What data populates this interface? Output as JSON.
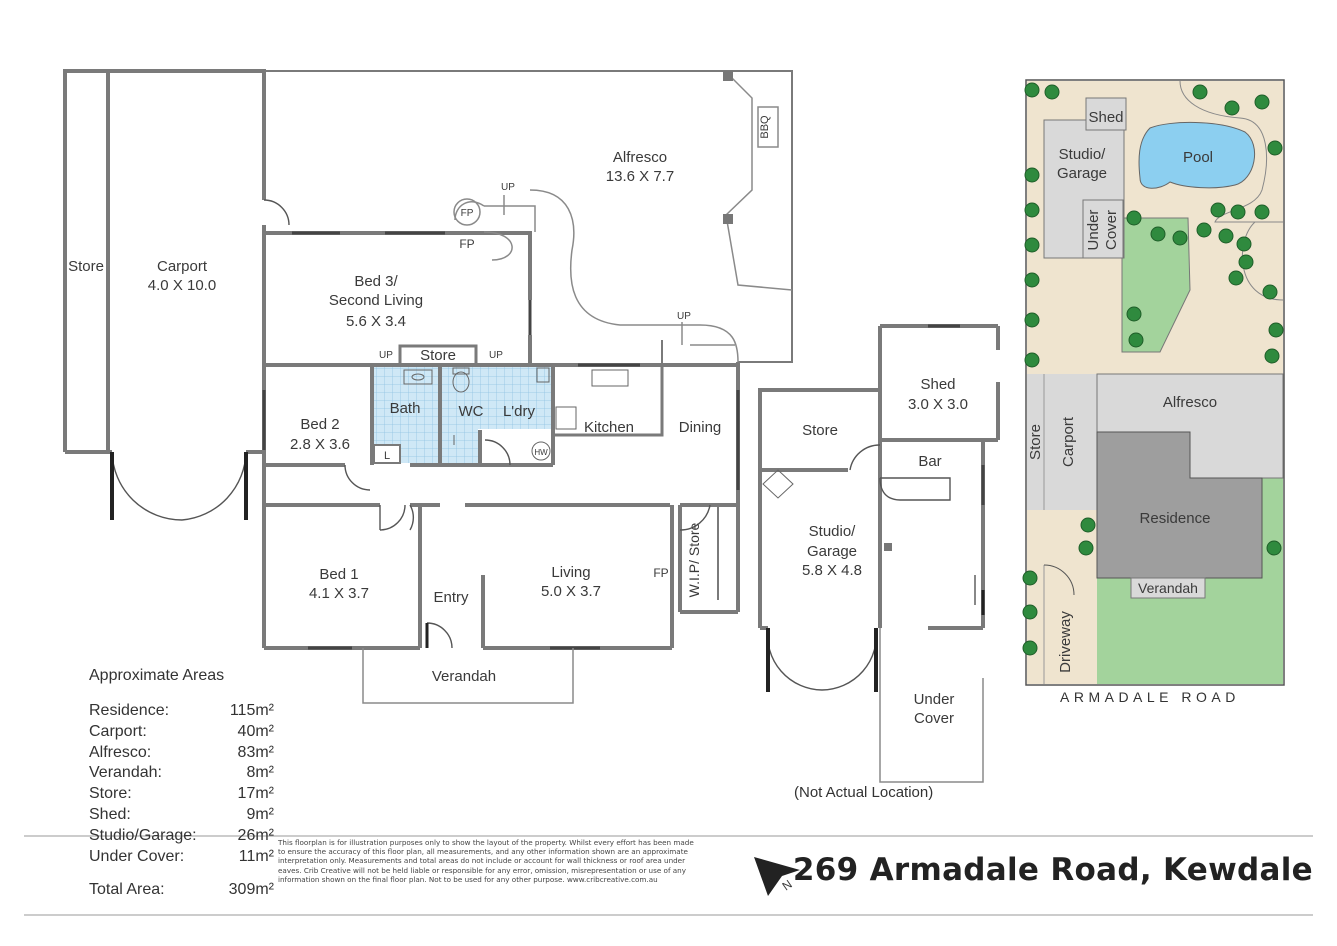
{
  "floorplan": {
    "rooms": {
      "store_left": "Store",
      "carport_name": "Carport",
      "carport_dim": "4.0 X 10.0",
      "alfresco_name": "Alfresco",
      "alfresco_dim": "13.6 X 7.7",
      "bbq": "BBQ",
      "fp1": "FP",
      "fp2": "FP",
      "fp3": "FP",
      "up1": "UP",
      "up2": "UP",
      "up3": "UP",
      "up4": "UP",
      "bed3_line1": "Bed 3/",
      "bed3_line2": "Second Living",
      "bed3_dim": "5.6 X 3.4",
      "store_small": "Store",
      "bath": "Bath",
      "wc": "WC",
      "laundry": "L'dry",
      "hw": "HW",
      "linen": "L",
      "kitchen": "Kitchen",
      "dining": "Dining",
      "bed2_name": "Bed 2",
      "bed2_dim": "2.8 X 3.6",
      "bed1_name": "Bed 1",
      "bed1_dim": "4.1 X 3.7",
      "entry": "Entry",
      "living_name": "Living",
      "living_dim": "5.0 X 3.7",
      "wip_store": "W.I.P/ Store",
      "verandah": "Verandah"
    },
    "outbuilding": {
      "store": "Store",
      "shed_name": "Shed",
      "shed_dim": "3.0 X 3.0",
      "bar": "Bar",
      "studio_line1": "Studio/",
      "studio_line2": "Garage",
      "studio_dim": "5.8 X 4.8",
      "under_cover_line1": "Under",
      "under_cover_line2": "Cover",
      "note": "(Not Actual Location)"
    }
  },
  "site_plan": {
    "shed": "Shed",
    "studio_line1": "Studio/",
    "studio_line2": "Garage",
    "pool": "Pool",
    "under_cover_line1": "Under",
    "under_cover_line2": "Cover",
    "alfresco": "Alfresco",
    "store": "Store",
    "carport": "Carport",
    "residence": "Residence",
    "verandah": "Verandah",
    "driveway": "Driveway",
    "road": "ARMADALE ROAD",
    "colors": {
      "lawn": "#a3d39c",
      "paving": "#efe4cf",
      "building": "#9e9e9e",
      "light_building": "#d9d9d9",
      "pool": "#8ccff0",
      "tree": "#2f8a3e"
    }
  },
  "areas": {
    "heading": "Approximate Areas",
    "rows": [
      {
        "name": "Residence:",
        "value": "115m²"
      },
      {
        "name": "Carport:",
        "value": "40m²"
      },
      {
        "name": "Alfresco:",
        "value": "83m²"
      },
      {
        "name": "Verandah:",
        "value": "8m²"
      },
      {
        "name": "Store:",
        "value": "17m²"
      },
      {
        "name": "Shed:",
        "value": "9m²"
      },
      {
        "name": "Studio/Garage:",
        "value": "26m²"
      },
      {
        "name": "Under Cover:",
        "value": "11m²"
      }
    ],
    "total_name": "Total Area:",
    "total_value": "309m²"
  },
  "disclaimer": "This floorplan is for illustration purposes only to show the layout of the property. Whilst every effort has been made to ensure the accuracy of this floor plan, all measurements, and any other information shown are an approximate interpretation only. Measurements and total areas do not include or account for wall thickness or roof area under eaves. Crib Creative will not be held liable or responsible for any error, omission, misrepresentation or use of any information shown on the final floor plan. Not to be used for any other purpose. www.cribcreative.com.au",
  "address": "269 Armadale Road, Kewdale",
  "compass": "N"
}
